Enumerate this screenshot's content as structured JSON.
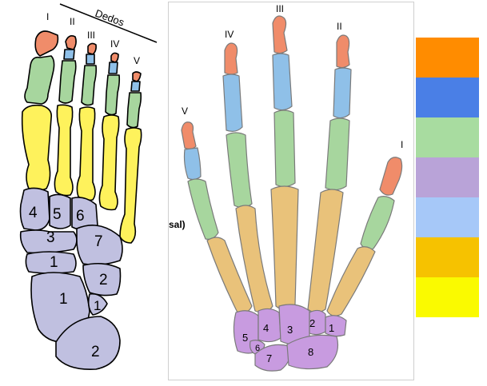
{
  "foot": {
    "header": "Dedos",
    "toe_numerals": [
      "I",
      "II",
      "III",
      "IV",
      "V"
    ],
    "tarsal_numbers": [
      "4",
      "5",
      "6",
      "3",
      "7",
      "1",
      "2",
      "1",
      "1",
      "2"
    ]
  },
  "hand": {
    "finger_numerals": [
      "V",
      "IV",
      "III",
      "II",
      "I"
    ],
    "cut_label": "sal)",
    "carpal_numbers": [
      "1",
      "2",
      "3",
      "4",
      "5",
      "6",
      "7",
      "8"
    ]
  },
  "colors": {
    "distal": "#f08c6a",
    "intermediate": "#8fc0e8",
    "proximal": "#a7d69e",
    "metatarsal_foot": "#fef25c",
    "metacarpal_hand": "#e9c27a",
    "tarsal": "#c0c0e0",
    "carpal": "#c89be0"
  },
  "legend": [
    {
      "color": "#ff8c00"
    },
    {
      "color": "#4a7fe6"
    },
    {
      "color": "#a8dca0"
    },
    {
      "color": "#b9a3d8"
    },
    {
      "color": "#a6c8f8"
    },
    {
      "color": "#f6c200"
    },
    {
      "color": "#fafa00"
    }
  ]
}
